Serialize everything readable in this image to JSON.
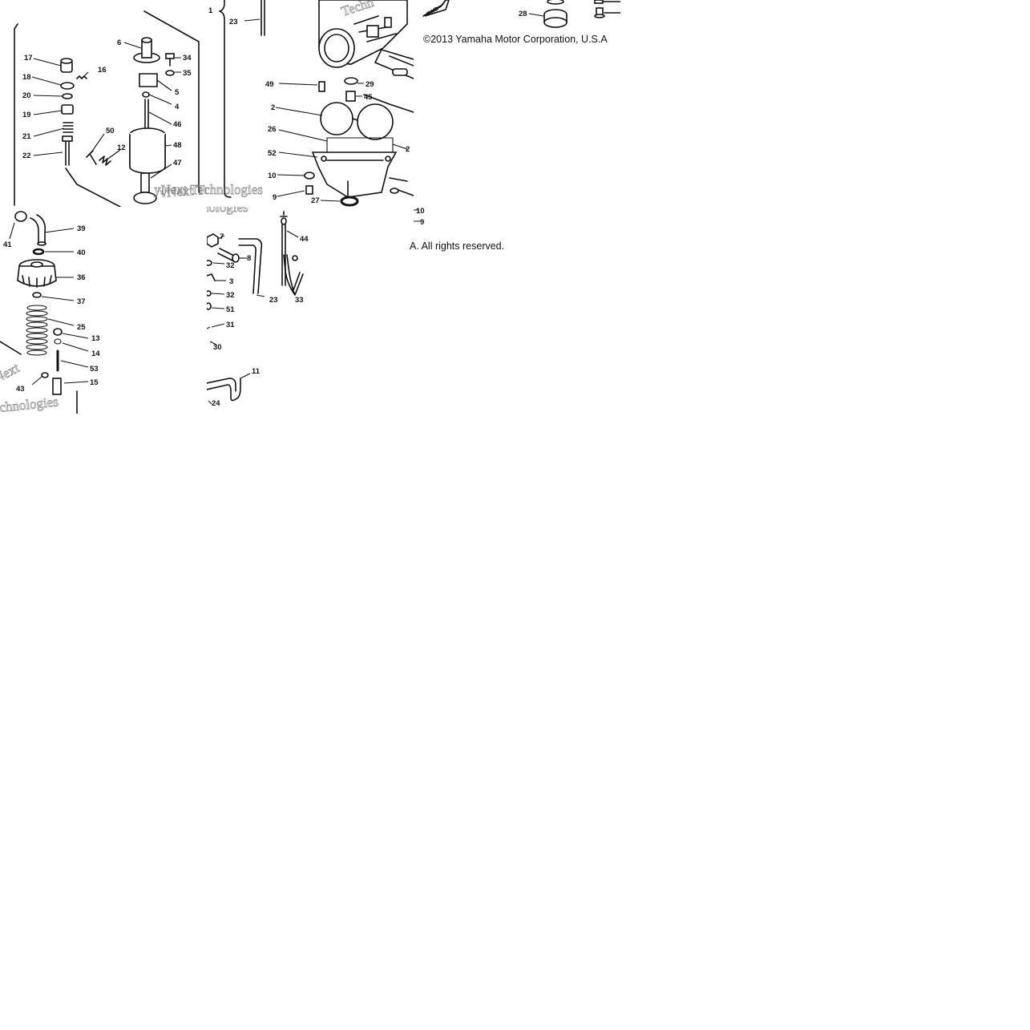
{
  "copyright": {
    "line1": "©2013 Yamaha Motor Corporation, U.S.A",
    "line2": "A. All rights reserved."
  },
  "watermarks": [
    "yNext Technologies",
    "vNext Tec",
    "Techn",
    "nologies",
    "Next",
    "chnologies"
  ],
  "tile1_callouts": [
    "17",
    "16",
    "18",
    "20",
    "19",
    "21",
    "22",
    "50",
    "12",
    "6",
    "34",
    "35",
    "5",
    "4",
    "46",
    "48",
    "47"
  ],
  "tile2_callouts": [
    "1",
    "23",
    "49",
    "2",
    "26",
    "52",
    "10",
    "9",
    "27",
    "29",
    "45",
    "2",
    "10",
    "9"
  ],
  "tile3_callouts": [
    "28"
  ],
  "tile4_callouts": [
    "41",
    "39",
    "40",
    "36",
    "37",
    "25",
    "13",
    "14",
    "53",
    "43",
    "15"
  ],
  "tile5_callouts": [
    "7",
    "8",
    "32",
    "3",
    "32",
    "51",
    "31",
    "30",
    "23",
    "33",
    "44",
    "11",
    "24"
  ],
  "fwd_label": "FWD"
}
